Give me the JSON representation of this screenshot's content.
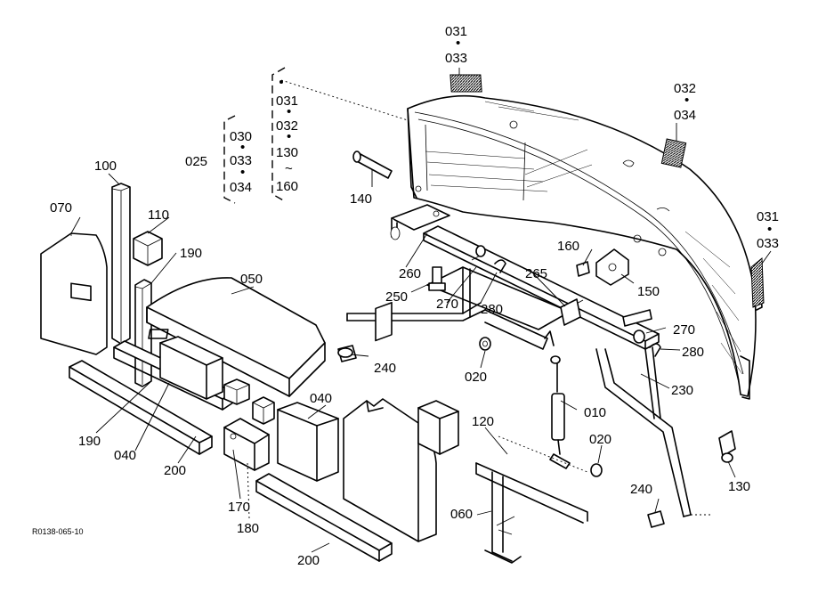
{
  "reference_code": "R0138-065-10",
  "separator_dot": "•",
  "separator_tilde": "~",
  "part_numbers": {
    "p010": "010",
    "p020": "020",
    "p025": "025",
    "p030": "030",
    "p031": "031",
    "p032": "032",
    "p033": "033",
    "p034": "034",
    "p040": "040",
    "p050": "050",
    "p060": "060",
    "p070": "070",
    "p100": "100",
    "p110": "110",
    "p120": "120",
    "p130": "130",
    "p140": "140",
    "p150": "150",
    "p160": "160",
    "p170": "170",
    "p180": "180",
    "p190": "190",
    "p200": "200",
    "p230": "230",
    "p240": "240",
    "p250": "250",
    "p260": "260",
    "p265": "265",
    "p270": "270",
    "p280": "280"
  },
  "colors": {
    "line": "#000000",
    "background": "#ffffff"
  }
}
